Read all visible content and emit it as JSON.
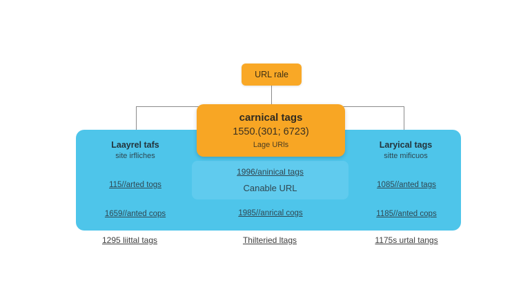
{
  "diagram": {
    "root_node": {
      "label": "URL rale"
    },
    "canonical_card": {
      "title": "carnical tags",
      "stat": "1550.(301; 6723)",
      "subtitle": "Lage URls"
    },
    "inner_card": {
      "link": "1996/aninical tags",
      "label": "Canable URL"
    },
    "left_column": {
      "title": "Laayrel tafs",
      "subtitle": "site irfliches",
      "links": [
        "115//arted togs",
        "1659//anted cops"
      ]
    },
    "middle_column": {
      "links": [
        "1985//anrical cogs"
      ]
    },
    "right_column": {
      "title": "Laryical tags",
      "subtitle": "sitte mificuos",
      "links": [
        "1085//anted tags",
        "1185//anted cops"
      ]
    },
    "bottom_row": {
      "links": [
        "1295 liittal tags",
        "Thilteried ltags",
        "1175s urtal tangs"
      ]
    },
    "colors": {
      "node_orange": "#f9a826",
      "card_orange": "#f8a624",
      "panel_blue": "#4ec5ea",
      "inner_blue": "#60cbee",
      "connector_gray": "#8a8a8a"
    }
  }
}
